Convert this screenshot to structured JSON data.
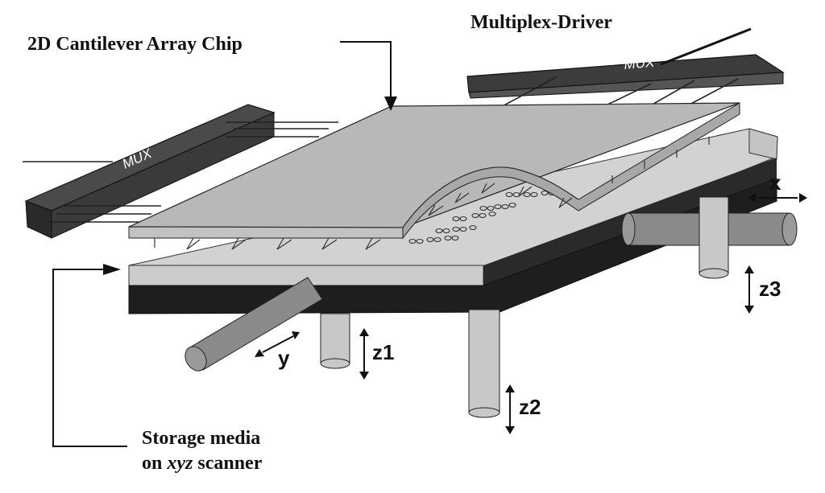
{
  "labels": {
    "chip": "2D Cantilever Array Chip",
    "driver": "Multiplex-Driver",
    "mux_left": "MUX",
    "mux_right": "MUX",
    "storage_line1": "Storage media",
    "storage_line2_prefix": "on ",
    "storage_line2_italic": "xyz",
    "storage_line2_suffix": " scanner",
    "axis_x": "x",
    "axis_y": "y",
    "axis_z1": "z1",
    "axis_z2": "z2",
    "axis_z3": "z3"
  },
  "colors": {
    "chip_top": "#b8b8b8",
    "chip_side": "#a6a6a6",
    "media_top": "#d2d2d2",
    "media_light_side": "#c4c4c4",
    "media_dark_side": "#1e1e1e",
    "mux_dark": "#4a4a4a",
    "rod": "#8a8a8a",
    "post": "#c8c8c8"
  }
}
